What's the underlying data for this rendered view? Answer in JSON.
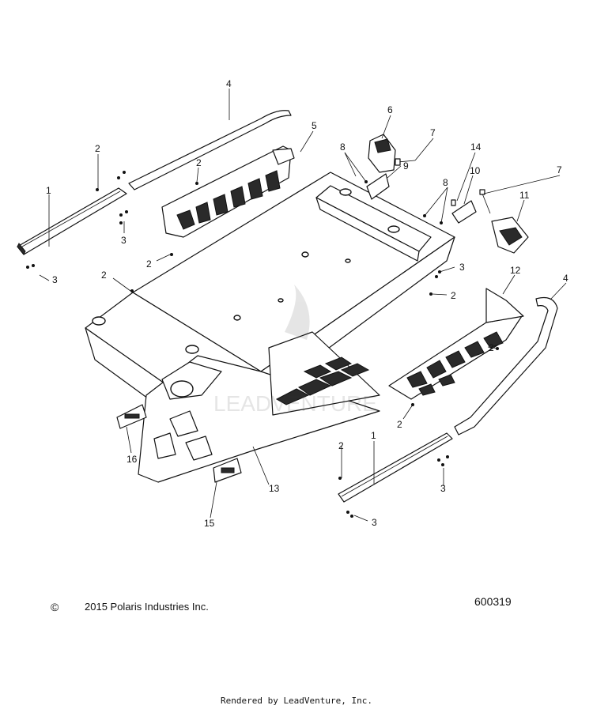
{
  "callouts": {
    "c1_left": "1",
    "c1_right": "1",
    "c2_a": "2",
    "c2_b": "2",
    "c2_c": "2",
    "c2_d": "2",
    "c2_e": "2",
    "c2_f": "2",
    "c2_g": "2",
    "c2_h": "2",
    "c3_a": "3",
    "c3_b": "3",
    "c3_c": "3",
    "c3_d": "3",
    "c3_e": "3",
    "c4_top": "4",
    "c4_right": "4",
    "c5": "5",
    "c6": "6",
    "c7_a": "7",
    "c7_b": "7",
    "c8_a": "8",
    "c8_b": "8",
    "c9": "9",
    "c10": "10",
    "c11": "11",
    "c12": "12",
    "c13": "13",
    "c14": "14",
    "c15": "15",
    "c16": "16"
  },
  "footer": {
    "copyright_symbol": "©",
    "copyright_text": "2015 Polaris Industries Inc.",
    "diagram_number": "600319",
    "rendered_by": "Rendered by LeadVenture, Inc."
  }
}
